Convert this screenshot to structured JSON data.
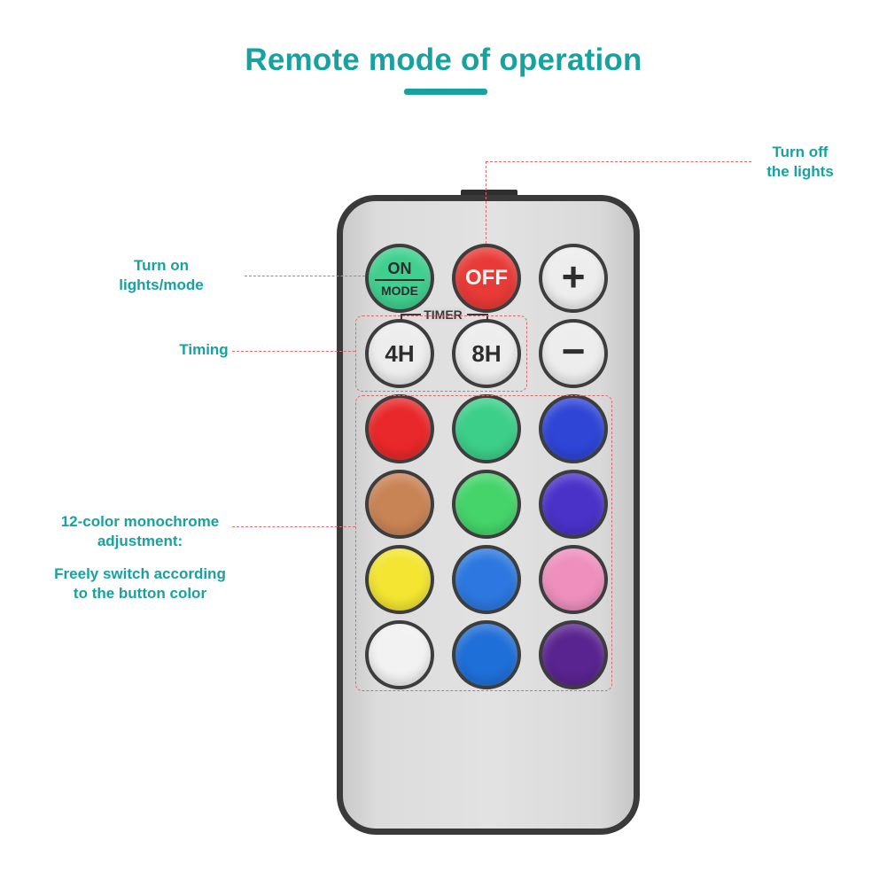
{
  "title": "Remote mode of operation",
  "labels": {
    "turn_off_line1": "Turn off",
    "turn_off_line2": "the lights",
    "turn_on_line1": "Turn on",
    "turn_on_line2": "lights/mode",
    "timing": "Timing",
    "mono_line1": "12-color monochrome",
    "mono_line2": "adjustment:",
    "switch_line1": "Freely switch according",
    "switch_line2": "to the button color"
  },
  "buttons": {
    "on_top": "ON",
    "on_bottom": "MODE",
    "off": "OFF",
    "plus": "+",
    "minus": "−",
    "timer": "TIMER",
    "h4": "4H",
    "h8": "8H"
  },
  "colors": {
    "accent": "#17a2a0",
    "on_button": "#3fcf8f",
    "off_button": "#e83a36",
    "grid": [
      "#e8282a",
      "#3ccf8a",
      "#2f45d6",
      "#c98455",
      "#45d46a",
      "#4a32c9",
      "#f3e531",
      "#2c78e0",
      "#ee8fbe",
      "#f2f2f2",
      "#1f6fd8",
      "#5a2490"
    ]
  }
}
